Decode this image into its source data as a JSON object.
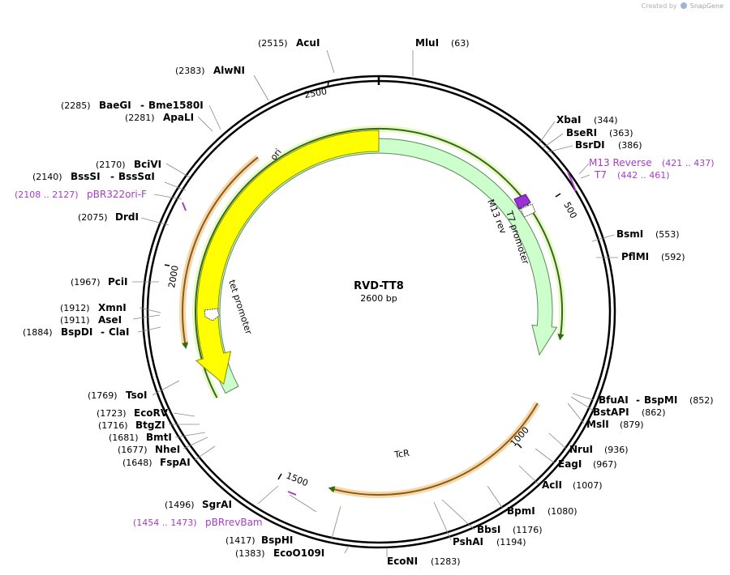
{
  "credit": {
    "prefix": "Created by",
    "brand": "SnapGene"
  },
  "plasmid": {
    "name": "RVD-TT8",
    "length_label": "2600 bp",
    "length": 2600
  },
  "ticks": [
    "500",
    "1000",
    "1500",
    "2000",
    "2500"
  ],
  "sites": [
    {
      "name": "MluI",
      "pos": "(63)"
    },
    {
      "name": "XbaI",
      "pos": "(344)"
    },
    {
      "name": "BseRI",
      "pos": "(363)"
    },
    {
      "name": "BsrDI",
      "pos": "(386)"
    },
    {
      "name": "BsmI",
      "pos": "(553)"
    },
    {
      "name": "PflMI",
      "pos": "(592)"
    },
    {
      "name": "BfuAI",
      "alt": "BspMI",
      "pos": "(852)"
    },
    {
      "name": "BstAPI",
      "pos": "(862)"
    },
    {
      "name": "MslI",
      "pos": "(879)"
    },
    {
      "name": "NruI",
      "pos": "(936)"
    },
    {
      "name": "EagI",
      "pos": "(967)"
    },
    {
      "name": "AclI",
      "pos": "(1007)"
    },
    {
      "name": "BpmI",
      "pos": "(1080)"
    },
    {
      "name": "BbsI",
      "pos": "(1176)"
    },
    {
      "name": "PshAI",
      "pos": "(1194)"
    },
    {
      "name": "EcoNI",
      "pos": "(1283)"
    },
    {
      "name": "BspHI",
      "pos": "(1417)"
    },
    {
      "name": "EcoO109I",
      "pos": "(1383)"
    },
    {
      "name": "SgrAI",
      "pos": "(1496)"
    },
    {
      "name": "FspAI",
      "pos": "(1648)"
    },
    {
      "name": "NheI",
      "pos": "(1677)"
    },
    {
      "name": "BmtI",
      "pos": "(1681)"
    },
    {
      "name": "BtgZI",
      "pos": "(1716)"
    },
    {
      "name": "EcoRV",
      "pos": "(1723)"
    },
    {
      "name": "TsoI",
      "pos": "(1769)"
    },
    {
      "name": "BspDI",
      "alt": "ClaI",
      "pos": "(1884)"
    },
    {
      "name": "AseI",
      "pos": "(1911)"
    },
    {
      "name": "XmnI",
      "pos": "(1912)"
    },
    {
      "name": "PciI",
      "pos": "(1967)"
    },
    {
      "name": "DrdI",
      "pos": "(2075)"
    },
    {
      "name": "BssSI",
      "alt": "BssSαI",
      "pos": "(2140)"
    },
    {
      "name": "BciVI",
      "pos": "(2170)"
    },
    {
      "name": "ApaLI",
      "pos": "(2281)"
    },
    {
      "name": "BaeGI",
      "alt": "Bme1580I",
      "pos": "(2285)"
    },
    {
      "name": "AlwNI",
      "pos": "(2383)"
    },
    {
      "name": "AcuI",
      "pos": "(2515)"
    }
  ],
  "primers": [
    {
      "name": "M13 Reverse",
      "range": "(421 .. 437)"
    },
    {
      "name": "T7",
      "range": "(442 .. 461)"
    },
    {
      "name": "pBRrevBam",
      "range": "(1454 .. 1473)"
    },
    {
      "name": "pBR322ori-F",
      "range": "(2108 .. 2127)"
    }
  ],
  "features": [
    {
      "name": "ori",
      "color": "#ffff00"
    },
    {
      "name": "TcR",
      "color": "#ccffcc"
    },
    {
      "name": "M13 rev",
      "color": "#9b30d8"
    },
    {
      "name": "T7 promoter",
      "color": "#ffffff"
    },
    {
      "name": "tet promoter",
      "color": "#ffffff"
    }
  ],
  "colors": {
    "primer": "#a63cc8",
    "orf": "#2f6b12",
    "orf_glow": "#f3cf93",
    "backbone": "#000000"
  }
}
